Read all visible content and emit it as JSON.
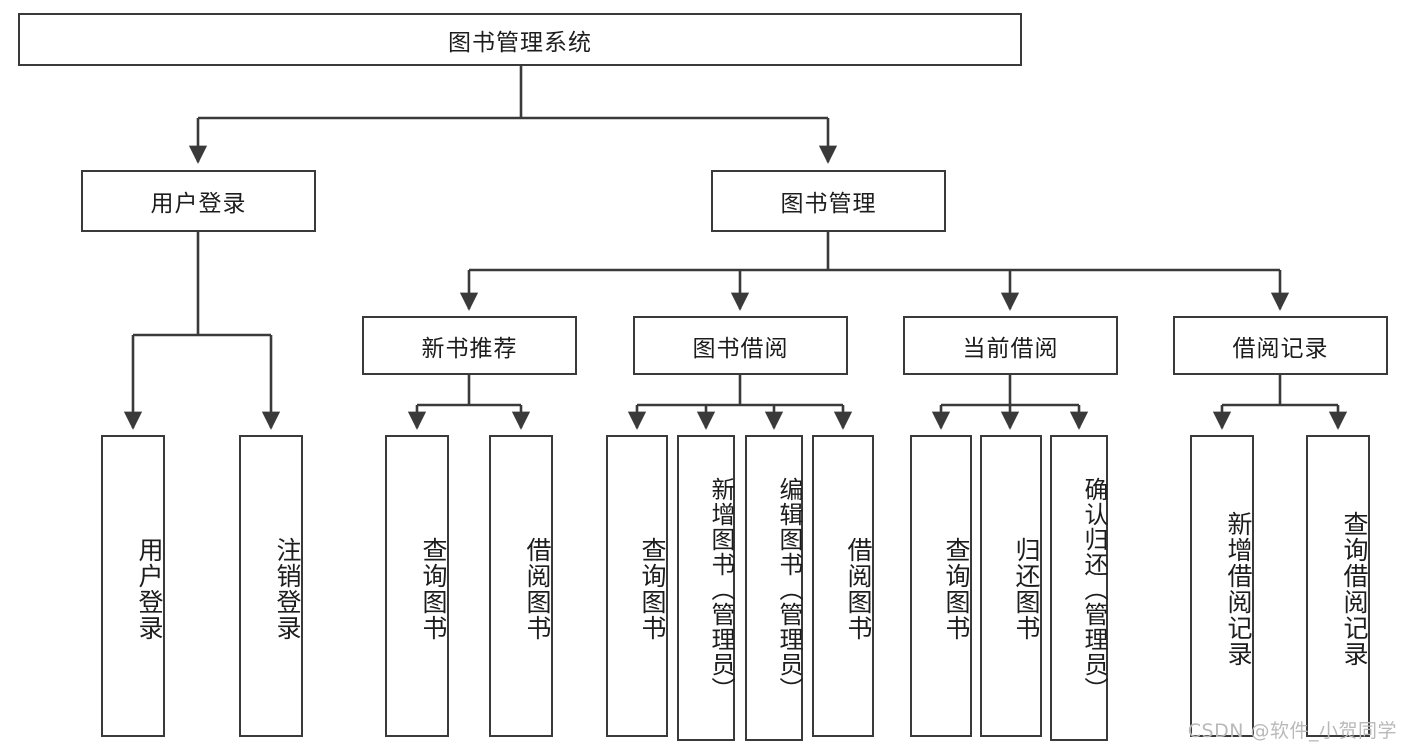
{
  "diagram": {
    "title": "图书管理系统",
    "type": "tree-hierarchy-diagram",
    "line_color": "#3a3a3a",
    "box_fill": "#ffffff",
    "text_color": "#1d1d1d",
    "watermark": "CSDN @软件_小贺同学"
  },
  "nodes": {
    "root": {
      "label": "图书管理系统"
    },
    "level2": [
      {
        "id": "user-login",
        "label": "用户登录"
      },
      {
        "id": "book-manage",
        "label": "图书管理"
      }
    ],
    "level3": [
      {
        "id": "new-book-recommend",
        "label": "新书推荐"
      },
      {
        "id": "book-borrow",
        "label": "图书借阅"
      },
      {
        "id": "current-borrow",
        "label": "当前借阅"
      },
      {
        "id": "borrow-record",
        "label": "借阅记录"
      }
    ],
    "leaves": {
      "user_login": [
        {
          "id": "leaf-user-login",
          "label": "用户登录"
        },
        {
          "id": "leaf-logout",
          "label": "注销登录"
        }
      ],
      "new_book_recommend": [
        {
          "id": "leaf-query-book-1",
          "label": "查询图书"
        },
        {
          "id": "leaf-borrow-book-1",
          "label": "借阅图书"
        }
      ],
      "book_borrow": [
        {
          "id": "leaf-query-book-2",
          "label": "查询图书"
        },
        {
          "id": "leaf-add-book",
          "label": "新增图书（管理员）"
        },
        {
          "id": "leaf-edit-book",
          "label": "编辑图书（管理员）"
        },
        {
          "id": "leaf-borrow-book-2",
          "label": "借阅图书"
        }
      ],
      "current_borrow": [
        {
          "id": "leaf-query-book-3",
          "label": "查询图书"
        },
        {
          "id": "leaf-return-book",
          "label": "归还图书"
        },
        {
          "id": "leaf-confirm-return",
          "label": "确认归还（管理员）"
        }
      ],
      "borrow_record": [
        {
          "id": "leaf-add-record",
          "label": "新增借阅记录"
        },
        {
          "id": "leaf-query-record",
          "label": "查询借阅记录"
        }
      ]
    }
  }
}
